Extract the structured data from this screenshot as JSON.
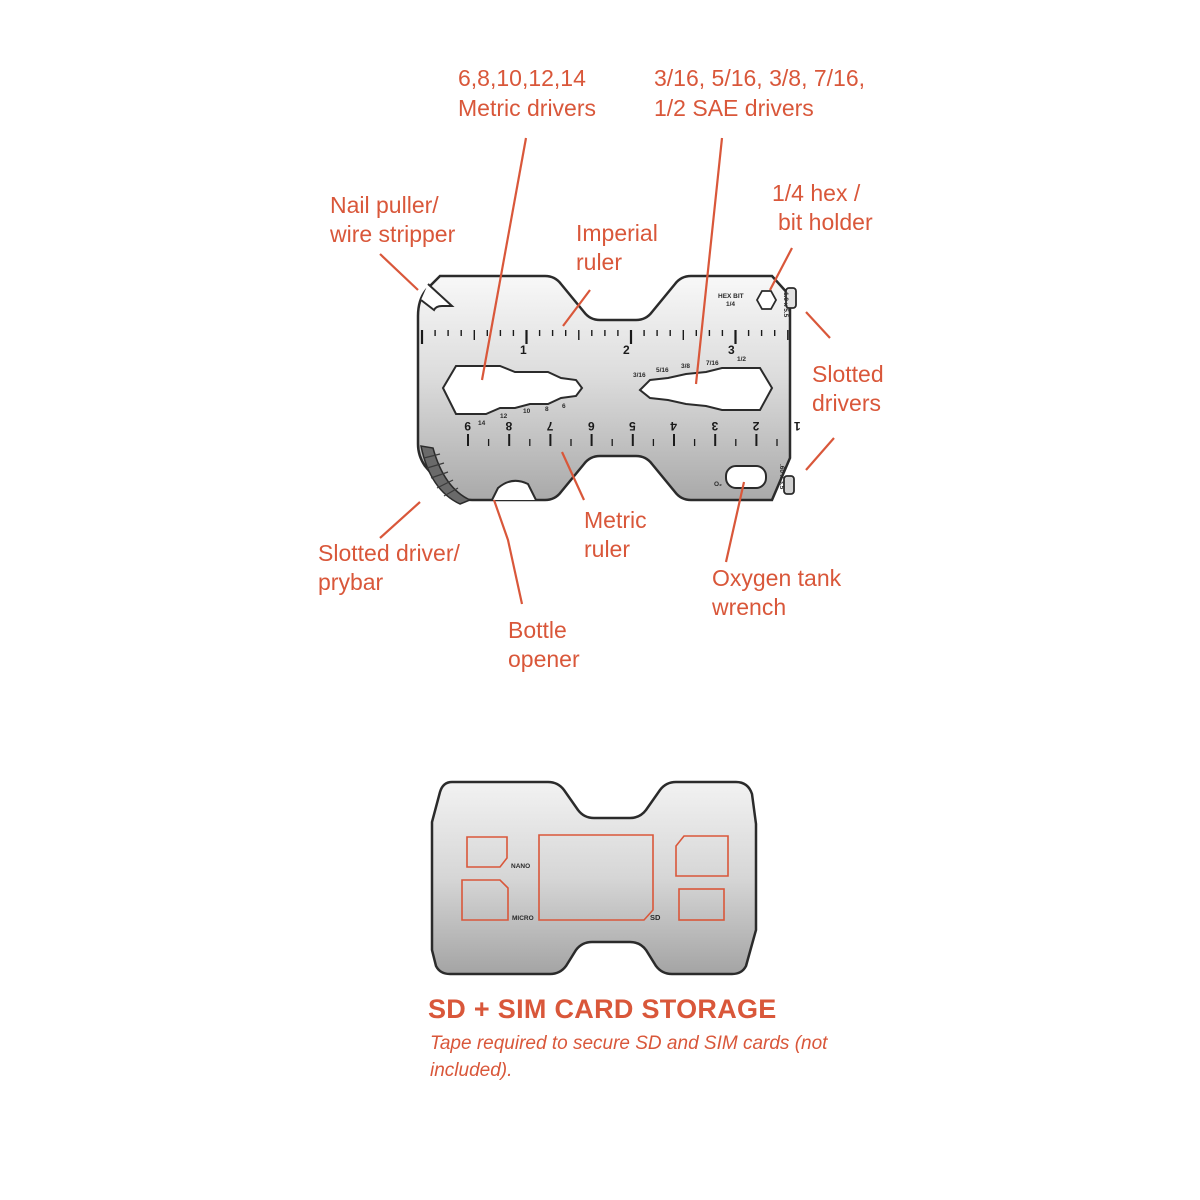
{
  "callouts": {
    "metric_drivers": [
      "6,8,10,12,14",
      "Metric drivers"
    ],
    "sae_drivers": [
      "3/16, 5/16, 3/8, 7/16,",
      "1/2 SAE drivers"
    ],
    "nail_puller": [
      "Nail puller/",
      "wire stripper"
    ],
    "imperial_ruler": [
      "Imperial",
      "ruler"
    ],
    "hex_holder": [
      "1/4 hex /",
      "bit holder"
    ],
    "slotted_drivers": [
      "Slotted",
      "drivers"
    ],
    "slotted_prybar": [
      "Slotted driver/",
      "prybar"
    ],
    "metric_ruler": [
      "Metric",
      "ruler"
    ],
    "bottle_opener": [
      "Bottle",
      "opener"
    ],
    "oxygen_wrench": [
      "Oxygen tank",
      "wrench"
    ]
  },
  "tool_markings": {
    "hex_bit": "HEX BIT",
    "hex_size": "1/4",
    "slot_top": "1.0 x 5.5",
    "slot_bottom": ".60 x 3.5",
    "o2": "O₂",
    "imperial_numbers": [
      "1",
      "2",
      "3"
    ],
    "metric_numbers": [
      "9",
      "8",
      "7",
      "6",
      "5",
      "4",
      "3",
      "2",
      "1"
    ],
    "metric_sizes": [
      "14",
      "12",
      "10",
      "8",
      "6"
    ],
    "sae_sizes": [
      "3/16",
      "5/16",
      "3/8",
      "7/16",
      "1/2"
    ]
  },
  "storage_card": {
    "nano_label": "NANO",
    "micro_label": "MICRO",
    "sd_label": "SD"
  },
  "storage": {
    "title": "SD + SIM CARD STORAGE",
    "note": "Tape required to secure SD and SIM cards (not included)."
  },
  "colors": {
    "accent": "#d9573a",
    "outline": "#2b2b2b"
  }
}
